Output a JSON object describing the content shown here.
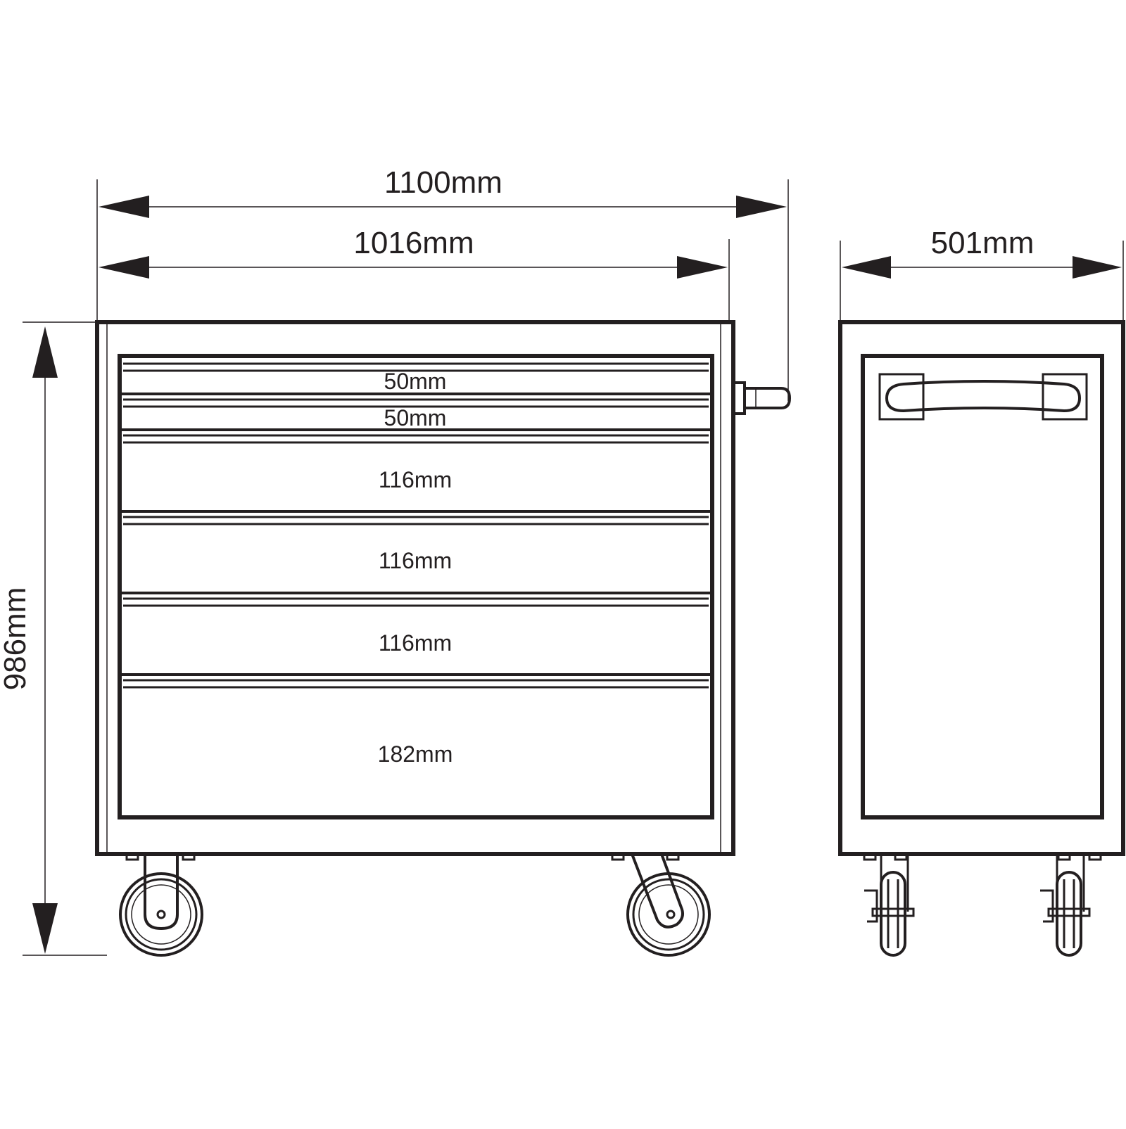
{
  "dimensions": {
    "overall_width": "1100mm",
    "body_width": "1016mm",
    "depth": "501mm",
    "height": "986mm"
  },
  "drawers": [
    {
      "height_label": "50mm"
    },
    {
      "height_label": "50mm"
    },
    {
      "height_label": "116mm"
    },
    {
      "height_label": "116mm"
    },
    {
      "height_label": "116mm"
    },
    {
      "height_label": "182mm"
    }
  ]
}
